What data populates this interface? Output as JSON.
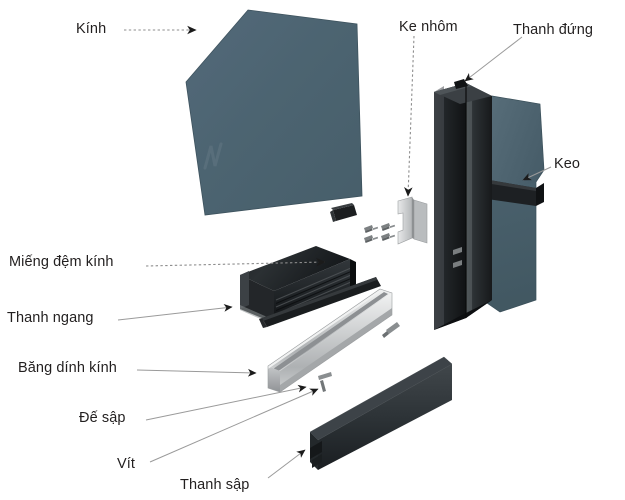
{
  "diagram": {
    "title": "Exploded view of aluminum-and-glass partition / door assembly",
    "language": "vi",
    "background_color": "#ffffff",
    "colors": {
      "glass": "#4c6471",
      "glass_light": "#5d7481",
      "glass_dark": "#3f5560",
      "frame_black": "#1b1d1f",
      "frame_black_light": "#33373a",
      "frame_black_mid": "#26292c",
      "aluminum": "#c9cbcc",
      "aluminum_light": "#e4e5e6",
      "aluminum_dark": "#9fa2a4",
      "bar_dark": "#2e3438",
      "leader_line": "#9a9a9a",
      "label_text": "#221f1f"
    },
    "watermark_text": "nl"
  },
  "labels": [
    {
      "id": "kinh",
      "text": "Kính",
      "part": "glass-panel"
    },
    {
      "id": "ke_nhom",
      "text": "Ke nhôm",
      "part": "aluminum-bracket"
    },
    {
      "id": "thanh_dung",
      "text": "Thanh đứng",
      "part": "vertical-post"
    },
    {
      "id": "keo",
      "text": "Keo",
      "part": "glue-sealant"
    },
    {
      "id": "mieng_dem",
      "text": "Miếng đệm kính",
      "part": "glass-setting-block"
    },
    {
      "id": "thanh_ngang",
      "text": "Thanh ngang",
      "part": "horizontal-rail"
    },
    {
      "id": "bang_dinh",
      "text": "Băng dính kính",
      "part": "glazing-tape"
    },
    {
      "id": "de_sap",
      "text": "Đế sập",
      "part": "base-channel"
    },
    {
      "id": "vit",
      "text": "Vít",
      "part": "screw"
    },
    {
      "id": "thanh_sap",
      "text": "Thanh sập",
      "part": "snap-on-cover-bar"
    }
  ],
  "parts": {
    "glass_panel": {
      "name": "Kính",
      "description": "large pentagonal tinted glass sheet, top-left corner chamfered"
    },
    "vertical_post": {
      "name": "Thanh đứng",
      "description": "tall black aluminum vertical mullion extrusion"
    },
    "rear_glass": {
      "name": "Kính",
      "description": "second tinted glass pane behind the vertical post"
    },
    "aluminum_bracket": {
      "name": "Ke nhôm",
      "description": "L-shaped aluminum corner bracket pair"
    },
    "screw_cluster": {
      "name": "Vít",
      "description": "group of four small flat-head screws",
      "count": 4
    },
    "setting_block": {
      "name": "Miếng đệm kính",
      "description": "small black rubber glass setting block"
    },
    "horizontal_rail": {
      "name": "Thanh ngang",
      "description": "black ribbed horizontal aluminum rail extrusion"
    },
    "glazing_tape": {
      "name": "Băng dính kính",
      "description": "thin black double-sided glazing tape strip"
    },
    "base_channel": {
      "name": "Đế sập",
      "description": "silver aluminum U-shaped base channel"
    },
    "cover_bar": {
      "name": "Thanh sập",
      "description": "dark grey snap-on cover bar"
    },
    "screw_loose_1": {
      "name": "Vít",
      "description": "single screw near the base channel"
    },
    "screw_loose_2": {
      "name": "Vít",
      "description": "single screw below the base channel"
    },
    "keo_bead": {
      "name": "Keo",
      "description": "sealant / glue bead at the glass-to-post joint"
    }
  }
}
